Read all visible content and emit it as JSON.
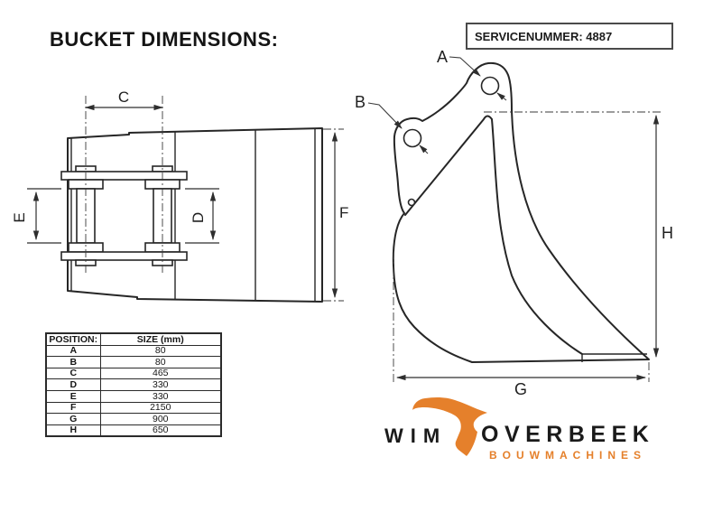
{
  "title": "BUCKET DIMENSIONS:",
  "service_box": {
    "label": "SERVICENUMMER: 4887"
  },
  "top_view": {
    "dim_c": "C",
    "dim_d": "D",
    "dim_e": "E",
    "dim_f": "F"
  },
  "side_view": {
    "dim_a": "A",
    "dim_b": "B",
    "dim_g": "G",
    "dim_h": "H"
  },
  "table": {
    "headers": [
      "POSITION:",
      "SIZE (mm)"
    ],
    "rows": [
      [
        "A",
        "80"
      ],
      [
        "B",
        "80"
      ],
      [
        "C",
        "465"
      ],
      [
        "D",
        "330"
      ],
      [
        "E",
        "330"
      ],
      [
        "F",
        "2150"
      ],
      [
        "G",
        "900"
      ],
      [
        "H",
        "650"
      ]
    ]
  },
  "logo": {
    "wim": "WIM",
    "overbeek": "OVERBEEK",
    "subtitle": "BOUWMACHINES",
    "orange": "#e5802b",
    "text_color": "#1a1a1a"
  },
  "colors": {
    "line": "#262626",
    "background": "#ffffff"
  }
}
